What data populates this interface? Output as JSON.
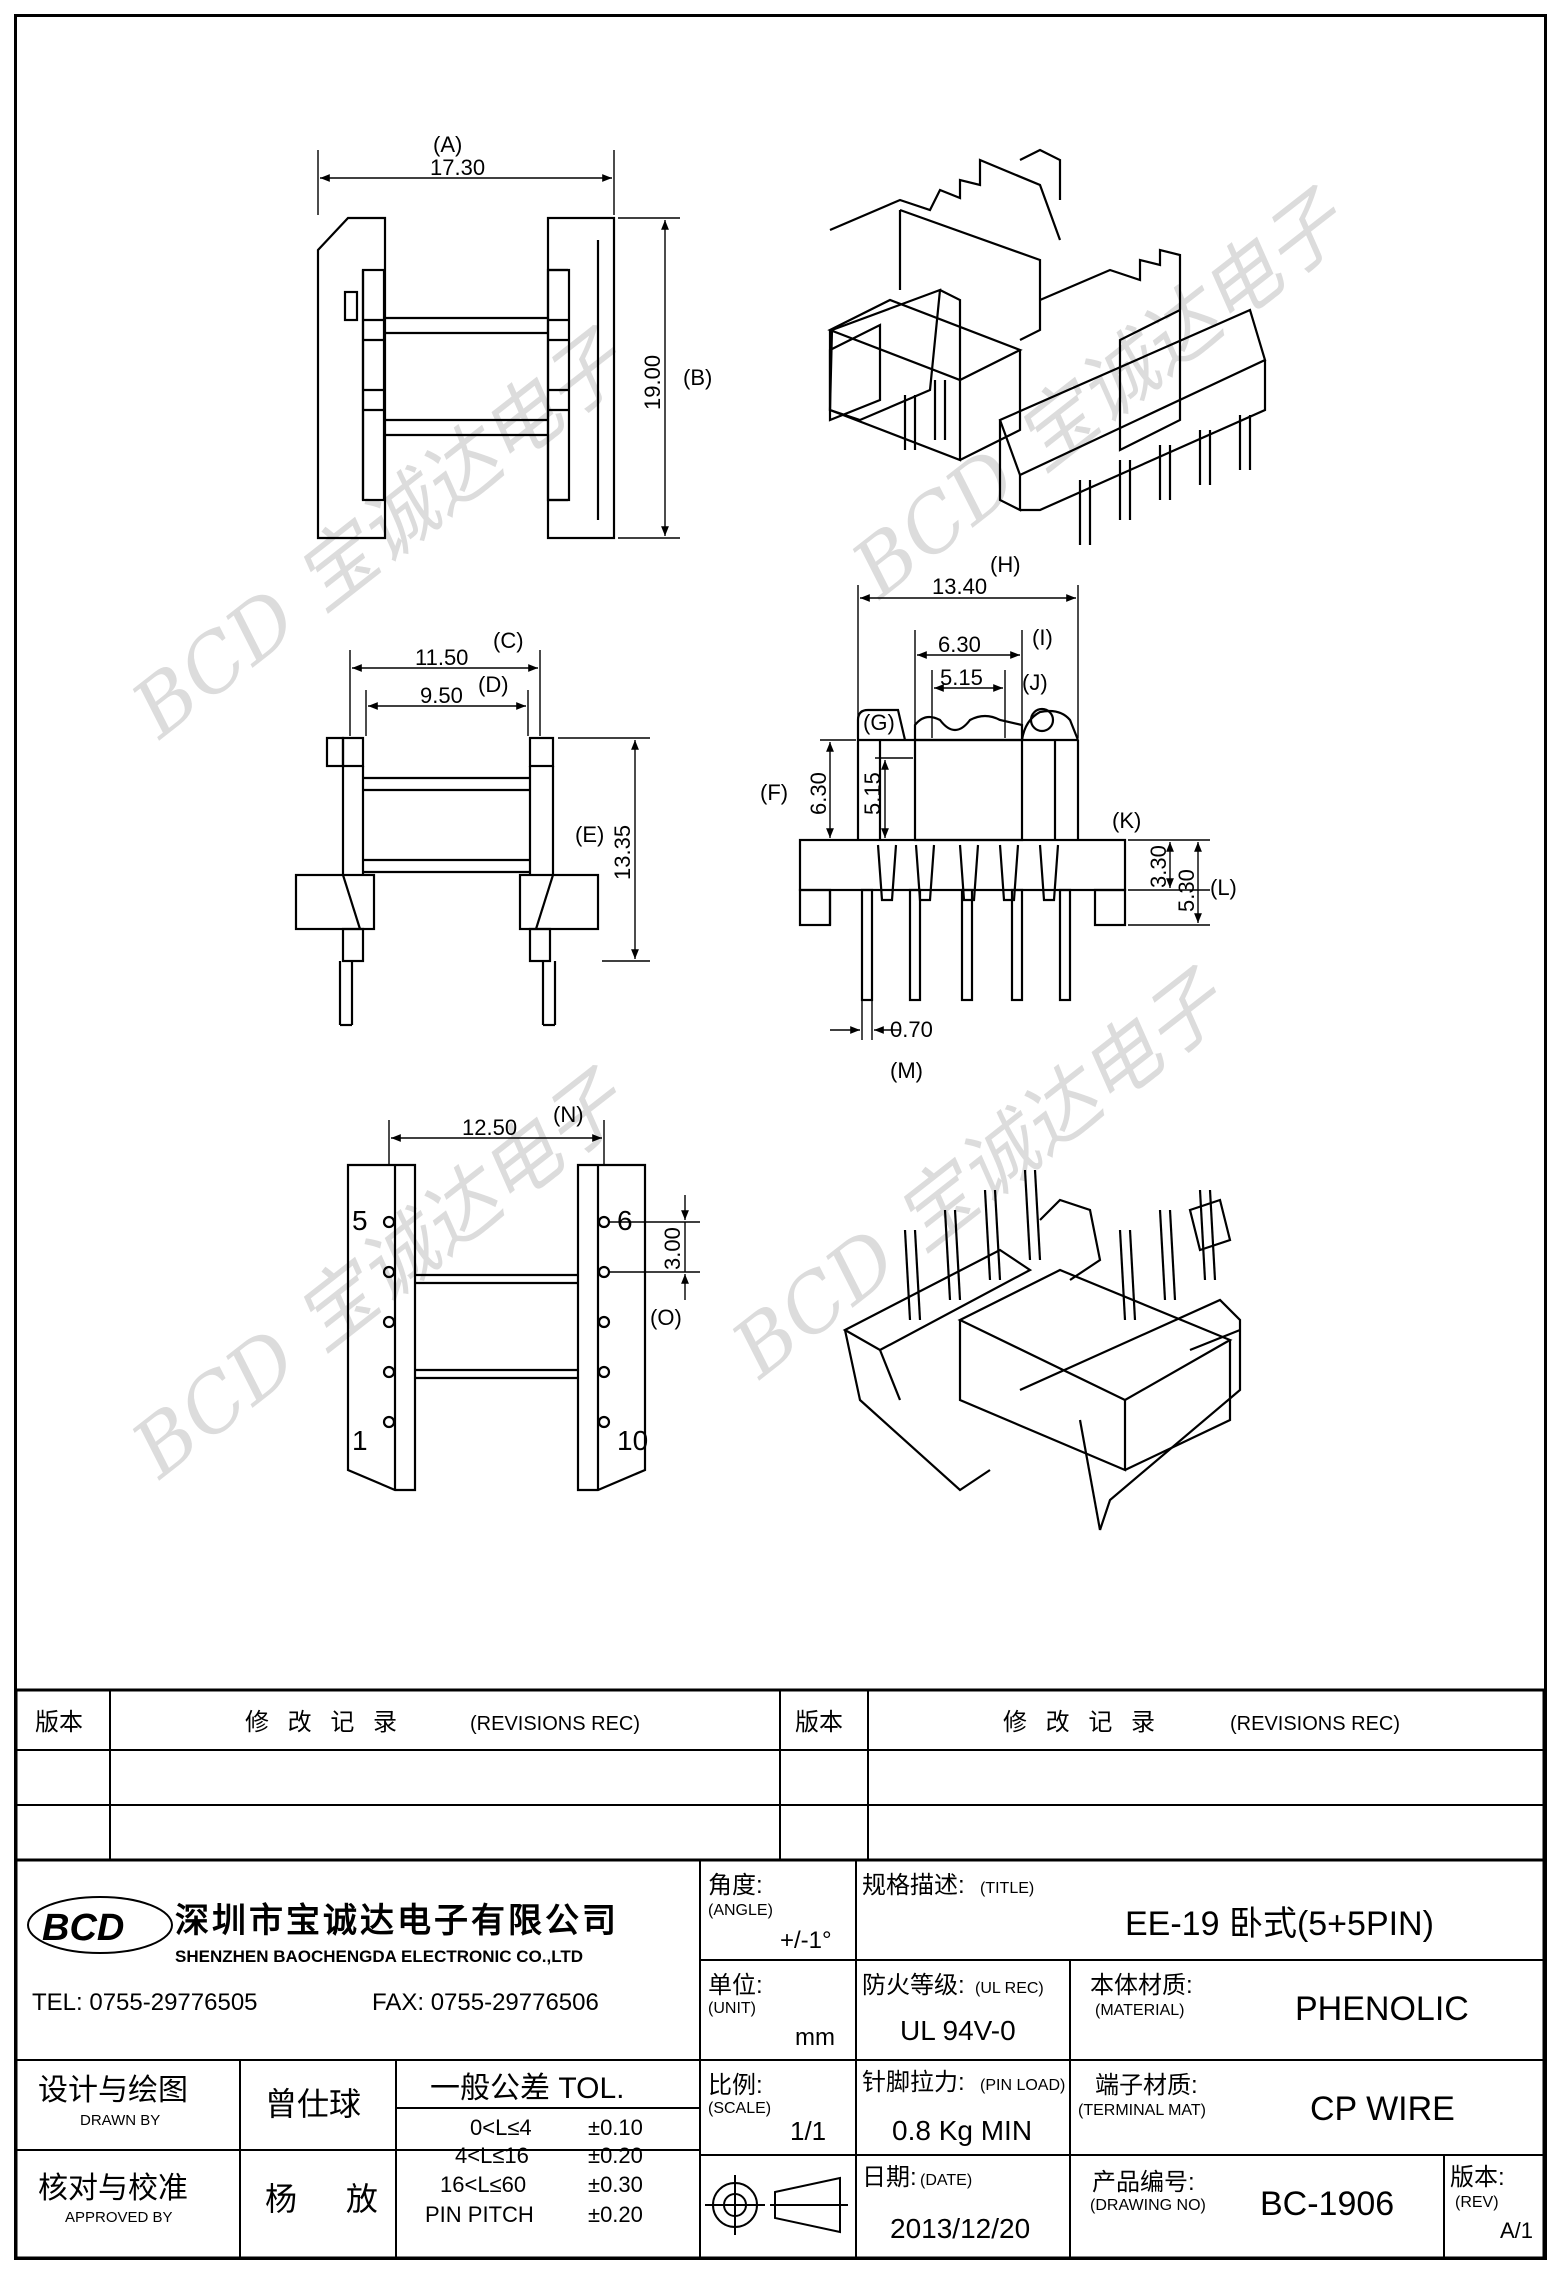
{
  "dims": {
    "A": "(A)",
    "A_val": "17.30",
    "B": "(B)",
    "B_val": "19.00",
    "C": "(C)",
    "C_val": "11.50",
    "D": "(D)",
    "D_val": "9.50",
    "E": "(E)",
    "E_val": "13.35",
    "F": "(F)",
    "F_val": "6.30",
    "G": "(G)",
    "G_val": "5.15",
    "H": "(H)",
    "H_val": "13.40",
    "I": "(I)",
    "I_val": "6.30",
    "J": "(J)",
    "J_val": "5.15",
    "K": "(K)",
    "K_val": "3.30",
    "L": "(L)",
    "L_val": "5.30",
    "M": "(M)",
    "M_val": "0.70",
    "N": "(N)",
    "N_val": "12.50",
    "O": "(O)",
    "O_val": "3.00"
  },
  "pins": {
    "p5": "5",
    "p6": "6",
    "p1": "1",
    "p10": "10"
  },
  "watermark": {
    "text": "BCD 宝诚达电子",
    "color": "#d8d8d8"
  },
  "revisions": {
    "ver_label": "版本",
    "rec_label": "修 改 记 录",
    "rec_label_en": "(REVISIONS REC)"
  },
  "company": {
    "logo": "BCD",
    "name_cn": "深圳市宝诚达电子有限公司",
    "name_en": "SHENZHEN BAOCHENGDA ELECTRONIC CO.,LTD",
    "tel": "TEL: 0755-29776505",
    "fax": "FAX: 0755-29776506"
  },
  "angle": {
    "label": "角度:",
    "label_en": "(ANGLE)",
    "value": "+/-1°"
  },
  "title": {
    "label": "规格描述:",
    "label_en": "(TITLE)",
    "value": "EE-19 卧式(5+5PIN)"
  },
  "unit": {
    "label": "单位:",
    "label_en": "(UNIT)",
    "value": "mm"
  },
  "ul": {
    "label": "防火等级:",
    "label_en": "(UL REC)",
    "value": "UL 94V-0"
  },
  "material": {
    "label": "本体材质:",
    "label_en": "(MATERIAL)",
    "value": "PHENOLIC"
  },
  "drawn": {
    "label": "设计与绘图",
    "label_en": "DRAWN BY",
    "value": "曾仕球"
  },
  "approved": {
    "label": "核对与校准",
    "label_en": "APPROVED BY",
    "value": "杨 放"
  },
  "tolerance": {
    "title": "一般公差 TOL.",
    "rows": [
      {
        "range": "0<L≤4",
        "tol": "±0.10"
      },
      {
        "range": "4<L≤16",
        "tol": "±0.20"
      },
      {
        "range": "16<L≤60",
        "tol": "±0.30"
      },
      {
        "range": "PIN PITCH",
        "tol": "±0.20"
      }
    ]
  },
  "scale": {
    "label": "比例:",
    "label_en": "(SCALE)",
    "value": "1/1"
  },
  "pinload": {
    "label": "针脚拉力:",
    "label_en": "(PIN LOAD)",
    "value": "0.8 Kg MIN"
  },
  "terminal": {
    "label": "端子材质:",
    "label_en": "(TERMINAL MAT)",
    "value": "CP WIRE"
  },
  "date": {
    "label": "日期:",
    "label_en": "(DATE)",
    "value": "2013/12/20"
  },
  "drawing_no": {
    "label": "产品编号:",
    "label_en": "(DRAWING NO)",
    "value": "BC-1906"
  },
  "rev": {
    "label": "版本:",
    "label_en": "(REV)",
    "value": "A/1"
  }
}
